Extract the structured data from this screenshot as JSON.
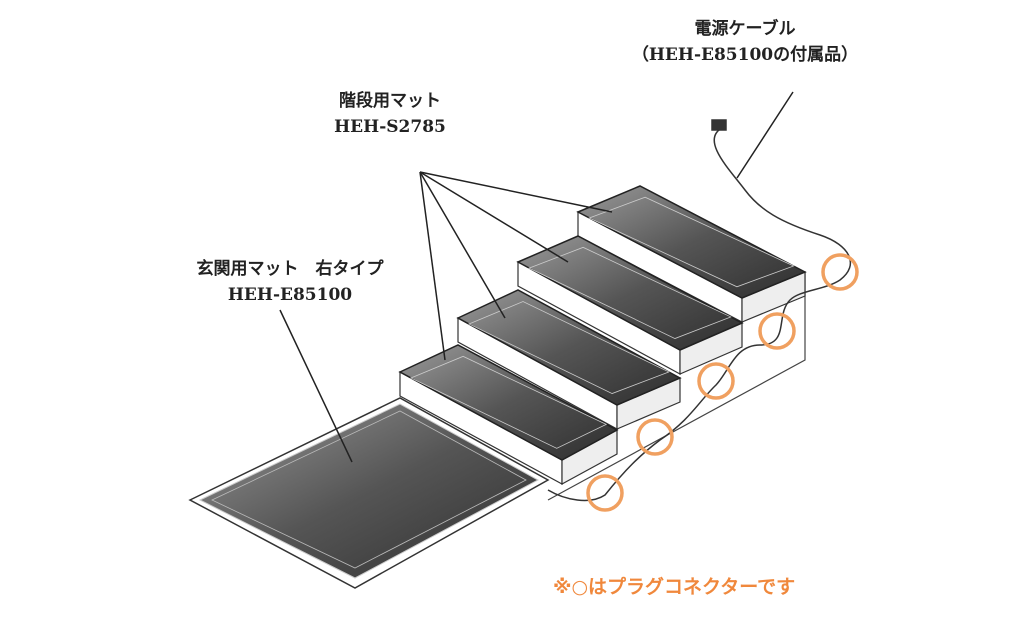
{
  "labels": {
    "cable": {
      "title": "電源ケーブル",
      "subtitle": "（HEH-E85100の付属品）"
    },
    "stair_mat": {
      "title": "階段用マット",
      "model": "HEH-S2785"
    },
    "entrance_mat": {
      "title": "玄関用マット　右タイプ",
      "model": "HEH-E85100"
    }
  },
  "note": "※○はプラグコネクターです",
  "colors": {
    "connector_ring": "#f0a060",
    "note_text": "#f0883c",
    "mat_dark": "#3a3a3a",
    "mat_light": "#9a9a9a"
  }
}
